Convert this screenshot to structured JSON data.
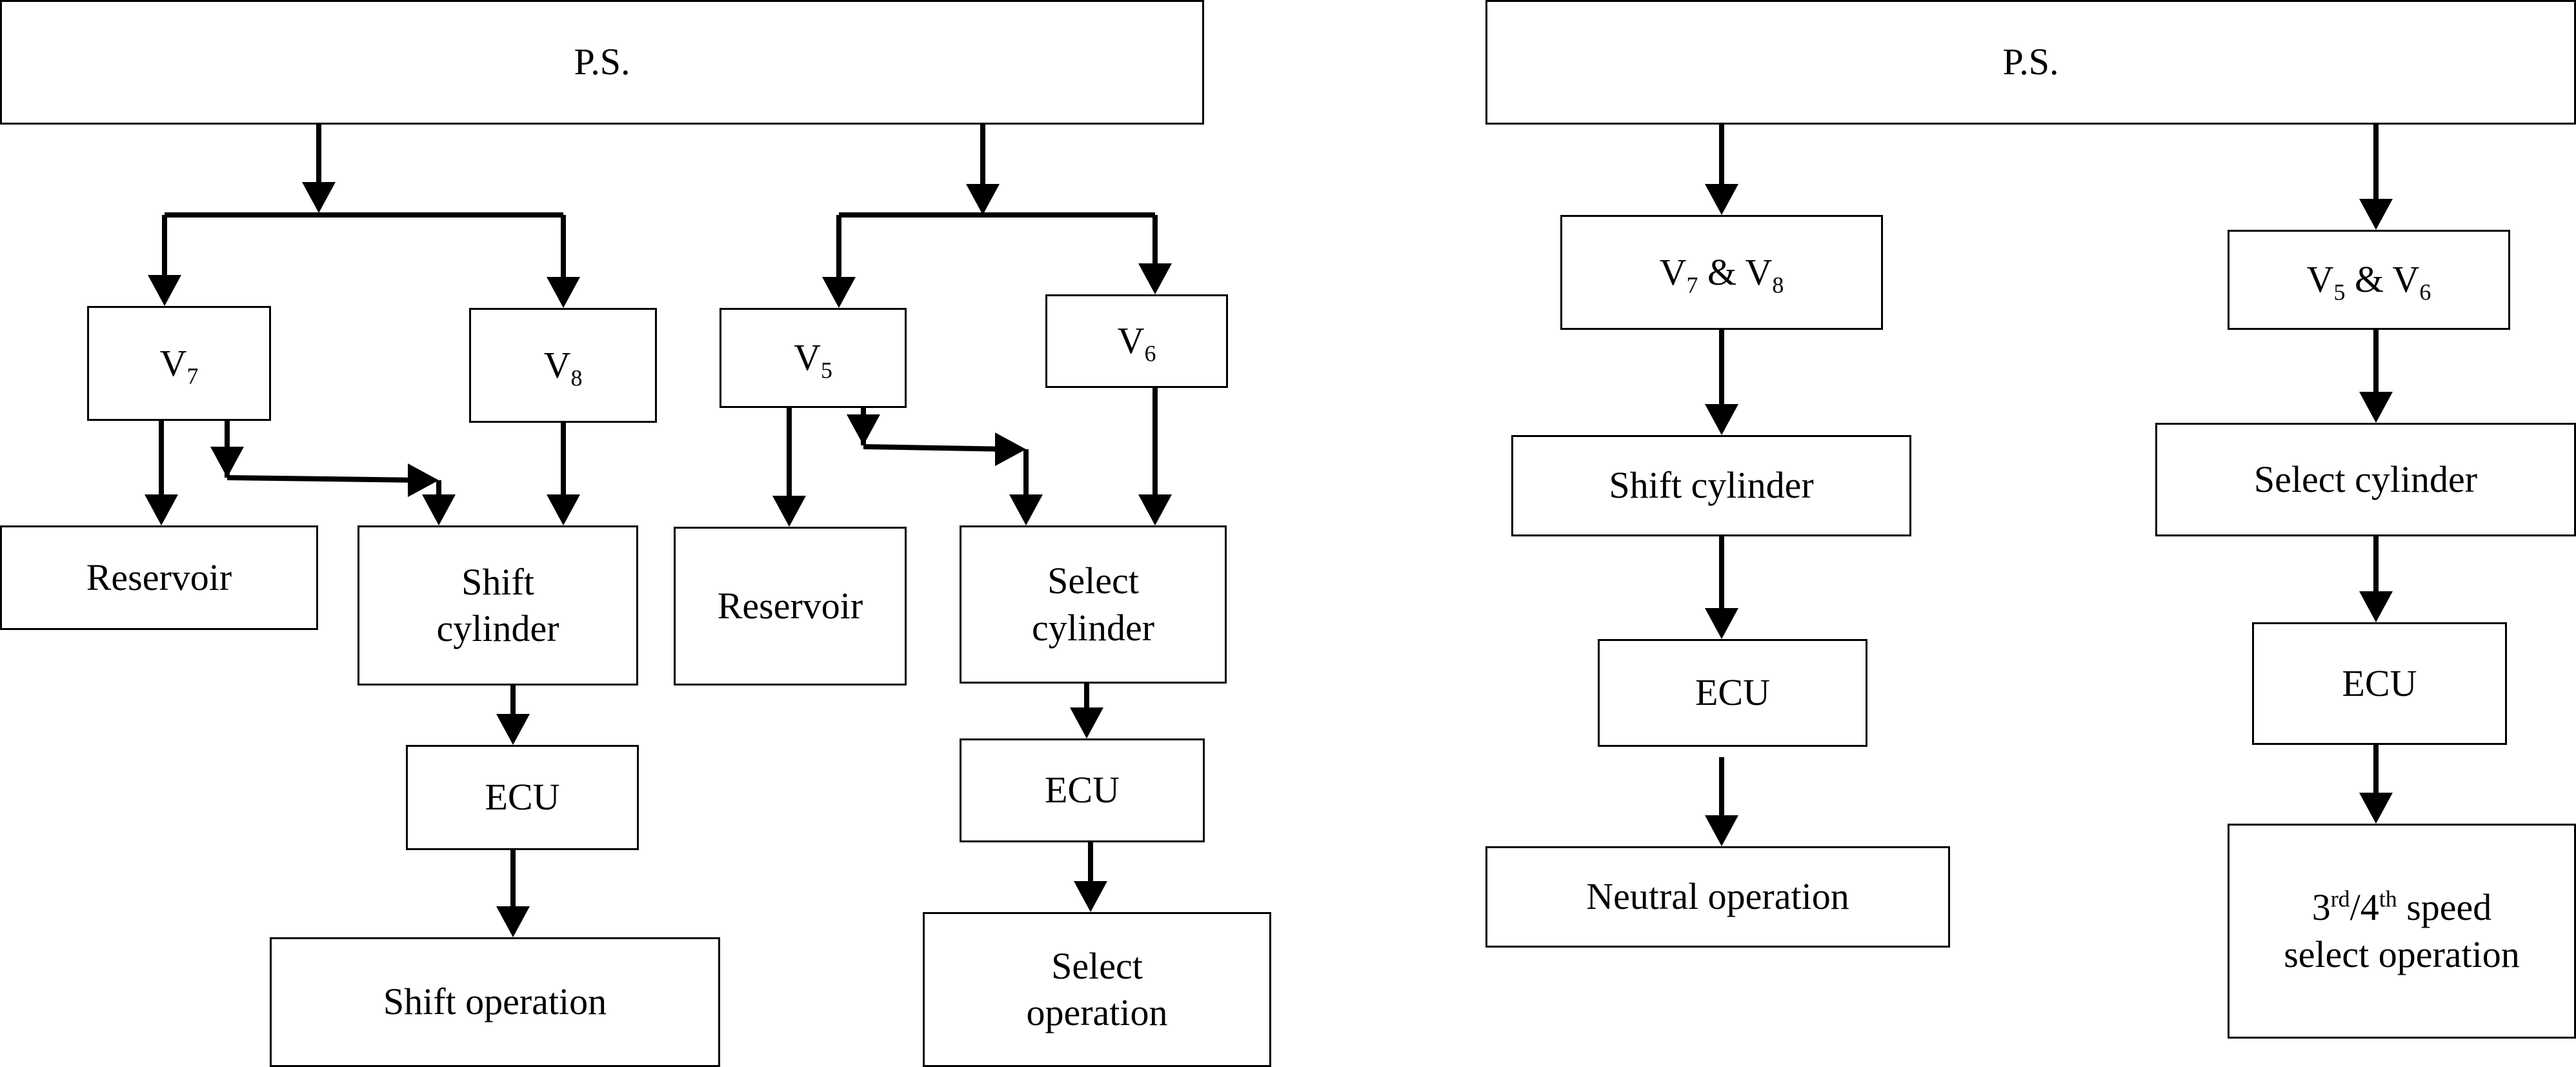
{
  "left_diagram": {
    "ps": "P.S.",
    "v7": {
      "base": "V",
      "sub": "7"
    },
    "v8": {
      "base": "V",
      "sub": "8"
    },
    "v5": {
      "base": "V",
      "sub": "5"
    },
    "v6": {
      "base": "V",
      "sub": "6"
    },
    "reservoir_1": "Reservoir",
    "shift_cylinder": "Shift\ncylinder",
    "ecu_1": "ECU",
    "shift_operation": "Shift operation",
    "reservoir_2": "Reservoir",
    "select_cylinder": "Select\ncylinder",
    "ecu_2": "ECU",
    "select_operation": "Select\noperation"
  },
  "right_diagram": {
    "ps": "P.S.",
    "v7v8": {
      "a": "V",
      "a_sub": "7",
      "mid": " & V",
      "b_sub": "8"
    },
    "v5v6": {
      "a": "V",
      "a_sub": "5",
      "mid": " & V",
      "b_sub": "6"
    },
    "shift_cylinder": "Shift cylinder",
    "ecu_1": "ECU",
    "neutral_operation": "Neutral operation",
    "select_cylinder": "Select cylinder",
    "ecu_2": "ECU",
    "speed_select": {
      "n1": "3",
      "sup1": "rd",
      "slash": "/4",
      "sup2": "th",
      "rest": " speed",
      "line2": "select operation"
    }
  }
}
